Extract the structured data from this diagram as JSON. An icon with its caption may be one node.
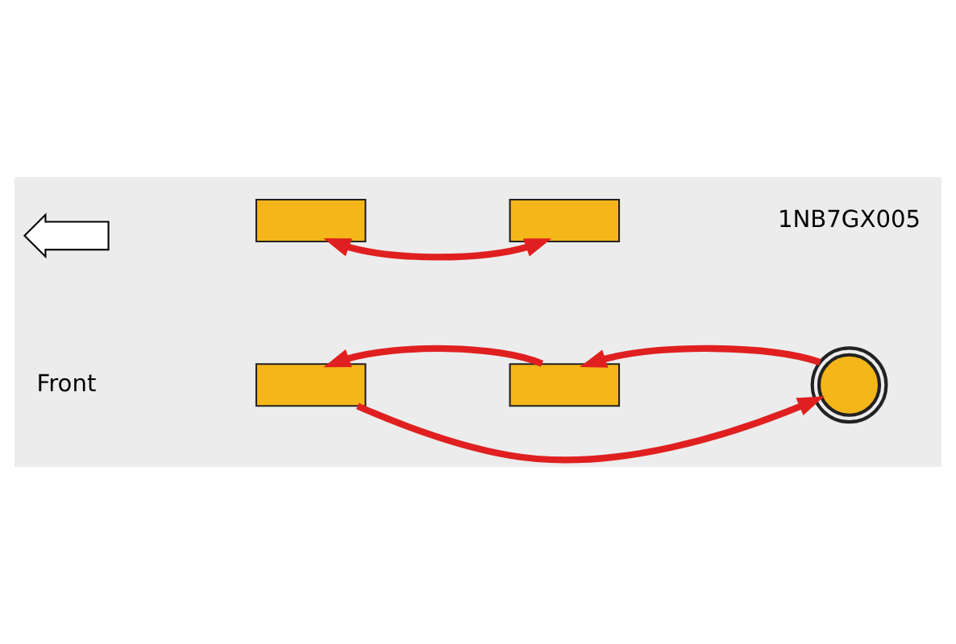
{
  "diagram": {
    "nodes": [
      {
        "text": [],
        "shape": "box"
      },
      {
        "text": [],
        "shape": "box"
      },
      {
        "text": [],
        "shape": "circle"
      },
      {
        "text": [],
        "shape": "box"
      },
      {
        "text": [],
        "shape": "box"
      },
      {
        "text": [],
        "shape": "arrow"
      }
    ],
    "edges": [
      {
        "from": 0,
        "to": 2,
        "arrow": "to"
      },
      {
        "from": 1,
        "to": 0,
        "arrow": "to"
      },
      {
        "from": 2,
        "to": 1,
        "arrow": "to"
      },
      {
        "from": 3,
        "to": 4,
        "arrow": "both"
      }
    ],
    "labels": [
      "Front",
      "1NB7GX005"
    ]
  }
}
